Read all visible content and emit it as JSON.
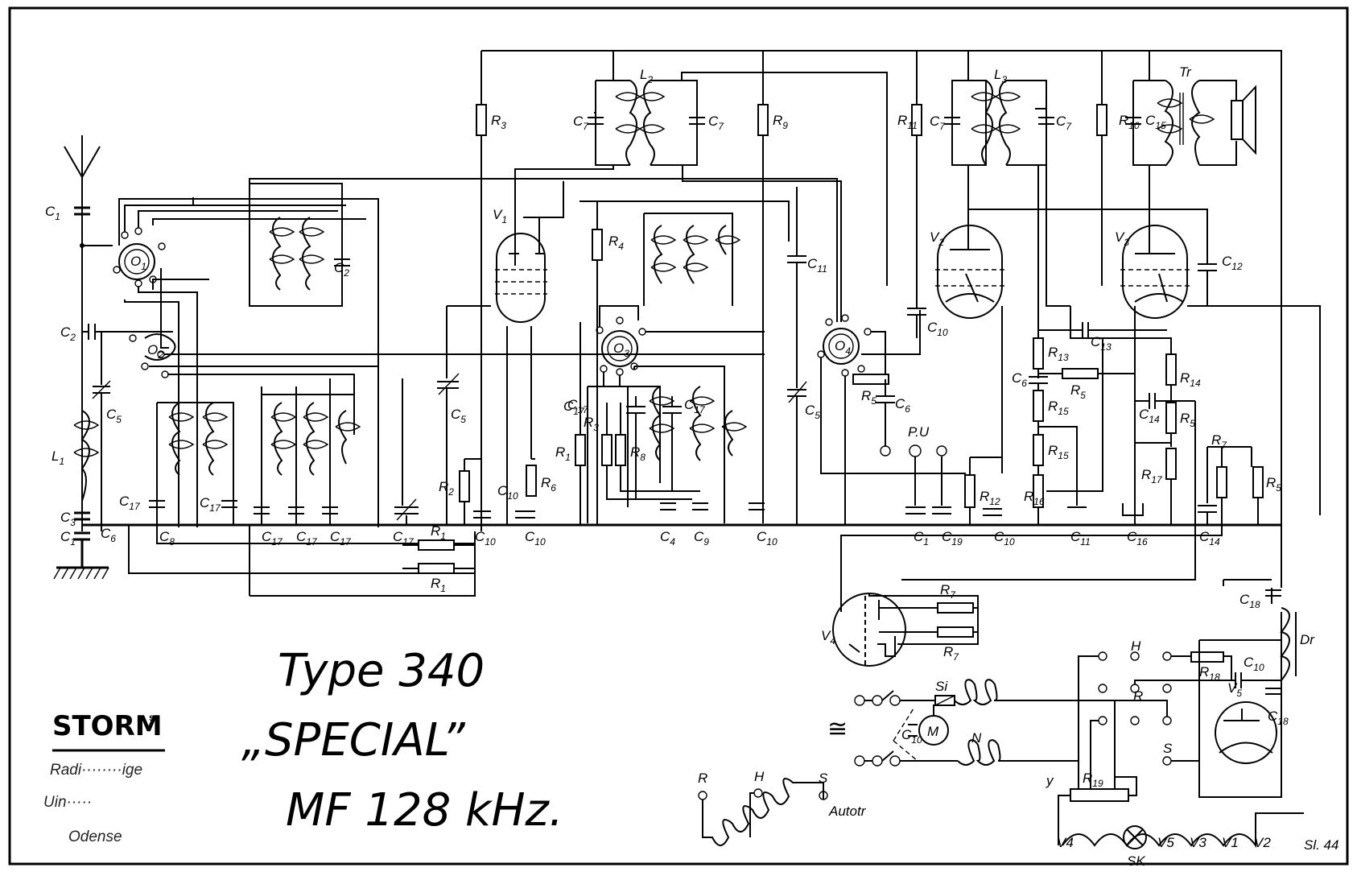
{
  "title": {
    "line1": "Type 340",
    "line2": "„SPECIAL”",
    "line3": "MF 128 kHz."
  },
  "manufacturer": {
    "name": "STORM",
    "superscript": "s",
    "sub1": "Radi········ige",
    "sub2": "Uin·····",
    "sub3": "Odense"
  },
  "signature": "Sl. 44",
  "autotransformer": {
    "label": "Autotr",
    "taps": [
      "R",
      "H",
      "S"
    ]
  },
  "mains_symbol": "≅",
  "tubes": [
    {
      "id": "V1",
      "name": "V",
      "sub": "1"
    },
    {
      "id": "V2",
      "name": "V",
      "sub": "2"
    },
    {
      "id": "V3",
      "name": "V",
      "sub": "3"
    },
    {
      "id": "V4",
      "name": "V",
      "sub": "4"
    },
    {
      "id": "V5",
      "name": "V",
      "sub": "5"
    }
  ],
  "switches": [
    {
      "id": "O1",
      "name": "O",
      "sub": "1"
    },
    {
      "id": "O2",
      "name": "O",
      "sub": "2"
    },
    {
      "id": "O3",
      "name": "O",
      "sub": "3"
    },
    {
      "id": "O4",
      "name": "O",
      "sub": "4"
    }
  ],
  "coils": [
    {
      "name": "L",
      "sub": "1"
    },
    {
      "name": "L",
      "sub": "2"
    },
    {
      "name": "L",
      "sub": "3"
    },
    {
      "name": "N",
      "sub": ""
    },
    {
      "name": "Tr",
      "sub": ""
    },
    {
      "name": "Dr",
      "sub": ""
    }
  ],
  "labels": [
    {
      "t": "C",
      "s": "1",
      "k": "c1a"
    },
    {
      "t": "C",
      "s": "2",
      "k": "c2a"
    },
    {
      "t": "C",
      "s": "2",
      "k": "c2b"
    },
    {
      "t": "C",
      "s": "5",
      "k": "c5a"
    },
    {
      "t": "C",
      "s": "3",
      "k": "c3"
    },
    {
      "t": "C",
      "s": "1",
      "k": "c1b"
    },
    {
      "t": "C",
      "s": "6",
      "k": "c6a"
    },
    {
      "t": "C",
      "s": "8",
      "k": "c8"
    },
    {
      "t": "C",
      "s": "17",
      "k": "c17a"
    },
    {
      "t": "C",
      "s": "17",
      "k": "c17b"
    },
    {
      "t": "C",
      "s": "17",
      "k": "c17c"
    },
    {
      "t": "C",
      "s": "17",
      "k": "c17d"
    },
    {
      "t": "C",
      "s": "17",
      "k": "c17e"
    },
    {
      "t": "C",
      "s": "17",
      "k": "c17f"
    },
    {
      "t": "C",
      "s": "17",
      "k": "c17g"
    },
    {
      "t": "C",
      "s": "17",
      "k": "c17h"
    },
    {
      "t": "R",
      "s": "1",
      "k": "r1a"
    },
    {
      "t": "R",
      "s": "1",
      "k": "r1b"
    },
    {
      "t": "R",
      "s": "2",
      "k": "r2"
    },
    {
      "t": "C",
      "s": "5",
      "k": "c5b"
    },
    {
      "t": "C",
      "s": "10",
      "k": "c10a"
    },
    {
      "t": "C",
      "s": "10",
      "k": "c10b"
    },
    {
      "t": "C",
      "s": "10",
      "k": "c10c"
    },
    {
      "t": "R",
      "s": "6",
      "k": "r6"
    },
    {
      "t": "R",
      "s": "3",
      "k": "r3a"
    },
    {
      "t": "C",
      "s": "7",
      "k": "c7a"
    },
    {
      "t": "C",
      "s": "7",
      "k": "c7b"
    },
    {
      "t": "R",
      "s": "9",
      "k": "r9"
    },
    {
      "t": "R",
      "s": "4",
      "k": "r4"
    },
    {
      "t": "C",
      "s": "11",
      "k": "c11a"
    },
    {
      "t": "R",
      "s": "1",
      "k": "r1c"
    },
    {
      "t": "R",
      "s": "3",
      "k": "r3b"
    },
    {
      "t": "R",
      "s": "8",
      "k": "r8"
    },
    {
      "t": "C",
      "s": "17",
      "k": "c17i"
    },
    {
      "t": "C",
      "s": "4",
      "k": "c4"
    },
    {
      "t": "C",
      "s": "9",
      "k": "c9"
    },
    {
      "t": "C",
      "s": "10",
      "k": "c10d"
    },
    {
      "t": "C",
      "s": "5",
      "k": "c5c"
    },
    {
      "t": "R",
      "s": "5",
      "k": "r5a"
    },
    {
      "t": "C",
      "s": "6",
      "k": "c6b"
    },
    {
      "t": "P.U",
      "s": "",
      "k": "pu"
    },
    {
      "t": "C",
      "s": "1",
      "k": "c1c"
    },
    {
      "t": "C",
      "s": "19",
      "k": "c19"
    },
    {
      "t": "R",
      "s": "12",
      "k": "r12"
    },
    {
      "t": "C",
      "s": "10",
      "k": "c10e"
    },
    {
      "t": "R",
      "s": "11",
      "k": "r11"
    },
    {
      "t": "C",
      "s": "7",
      "k": "c7c"
    },
    {
      "t": "C",
      "s": "7",
      "k": "c7d"
    },
    {
      "t": "C",
      "s": "10",
      "k": "c10f"
    },
    {
      "t": "R",
      "s": "13",
      "k": "r13"
    },
    {
      "t": "C",
      "s": "6",
      "k": "c6c"
    },
    {
      "t": "R",
      "s": "5",
      "k": "r5b"
    },
    {
      "t": "R",
      "s": "15",
      "k": "r15a"
    },
    {
      "t": "R",
      "s": "15",
      "k": "r15b"
    },
    {
      "t": "R",
      "s": "16",
      "k": "r16"
    },
    {
      "t": "C",
      "s": "11",
      "k": "c11b"
    },
    {
      "t": "C",
      "s": "13",
      "k": "c13"
    },
    {
      "t": "R",
      "s": "10",
      "k": "r10"
    },
    {
      "t": "C",
      "s": "15",
      "k": "c15"
    },
    {
      "t": "C",
      "s": "12",
      "k": "c12"
    },
    {
      "t": "R",
      "s": "14",
      "k": "r14"
    },
    {
      "t": "C",
      "s": "14",
      "k": "c14a"
    },
    {
      "t": "R",
      "s": "5",
      "k": "r5c"
    },
    {
      "t": "R",
      "s": "17",
      "k": "r17"
    },
    {
      "t": "C",
      "s": "16",
      "k": "c16"
    },
    {
      "t": "C",
      "s": "14",
      "k": "c14b"
    },
    {
      "t": "R",
      "s": "7",
      "k": "r7a"
    },
    {
      "t": "R",
      "s": "5",
      "k": "r5d"
    },
    {
      "t": "R",
      "s": "7",
      "k": "r7b"
    },
    {
      "t": "R",
      "s": "7",
      "k": "r7c"
    },
    {
      "t": "C",
      "s": "18",
      "k": "c18a"
    },
    {
      "t": "C",
      "s": "18",
      "k": "c18b"
    },
    {
      "t": "C",
      "s": "10",
      "k": "c10g"
    },
    {
      "t": "R",
      "s": "18",
      "k": "r18"
    },
    {
      "t": "Si",
      "s": "",
      "k": "si"
    },
    {
      "t": "C",
      "s": "10",
      "k": "c10h"
    },
    {
      "t": "M",
      "s": "",
      "k": "m"
    },
    {
      "t": "H",
      "s": "",
      "k": "h1"
    },
    {
      "t": "R",
      "s": "",
      "k": "rsw"
    },
    {
      "t": "S",
      "s": "",
      "k": "ssw"
    },
    {
      "t": "R",
      "s": "19",
      "k": "r19"
    },
    {
      "t": "y",
      "s": "",
      "k": "y"
    },
    {
      "t": "SK",
      "s": "",
      "k": "sk"
    }
  ],
  "filament_chain": [
    "V4",
    "V5",
    "V3",
    "V1",
    "V2"
  ]
}
